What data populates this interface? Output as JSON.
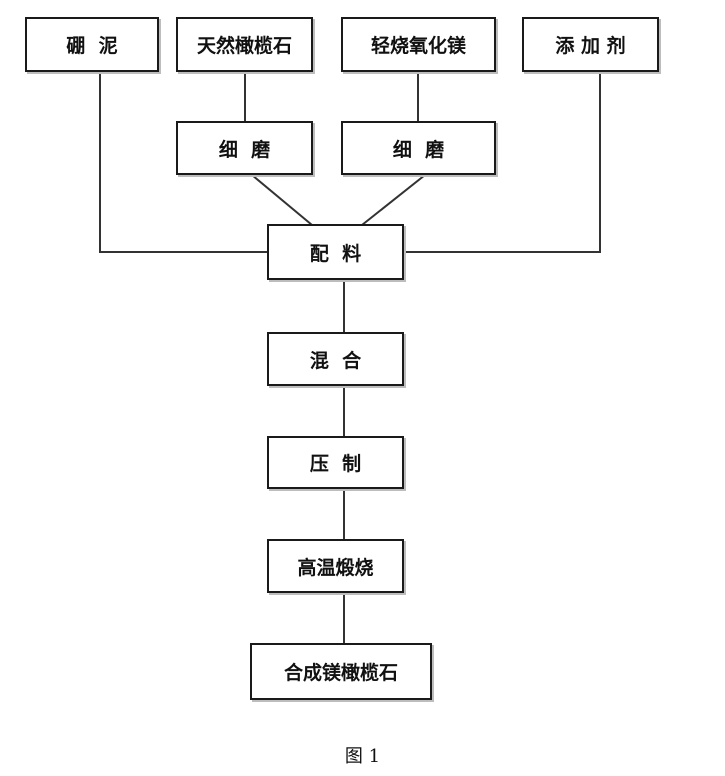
{
  "diagram": {
    "raw_materials": {
      "boron_mud": "硼  泥",
      "natural_olivine": "天然橄榄石",
      "light_burned_magnesia": "轻烧氧化镁",
      "additive": "添 加 剂"
    },
    "grinding_1": "细  磨",
    "grinding_2": "细  磨",
    "batching": "配  料",
    "mixing": "混  合",
    "pressing": "压  制",
    "calcination": "高温煅烧",
    "product": "合成镁橄榄石"
  },
  "caption": "图 1"
}
